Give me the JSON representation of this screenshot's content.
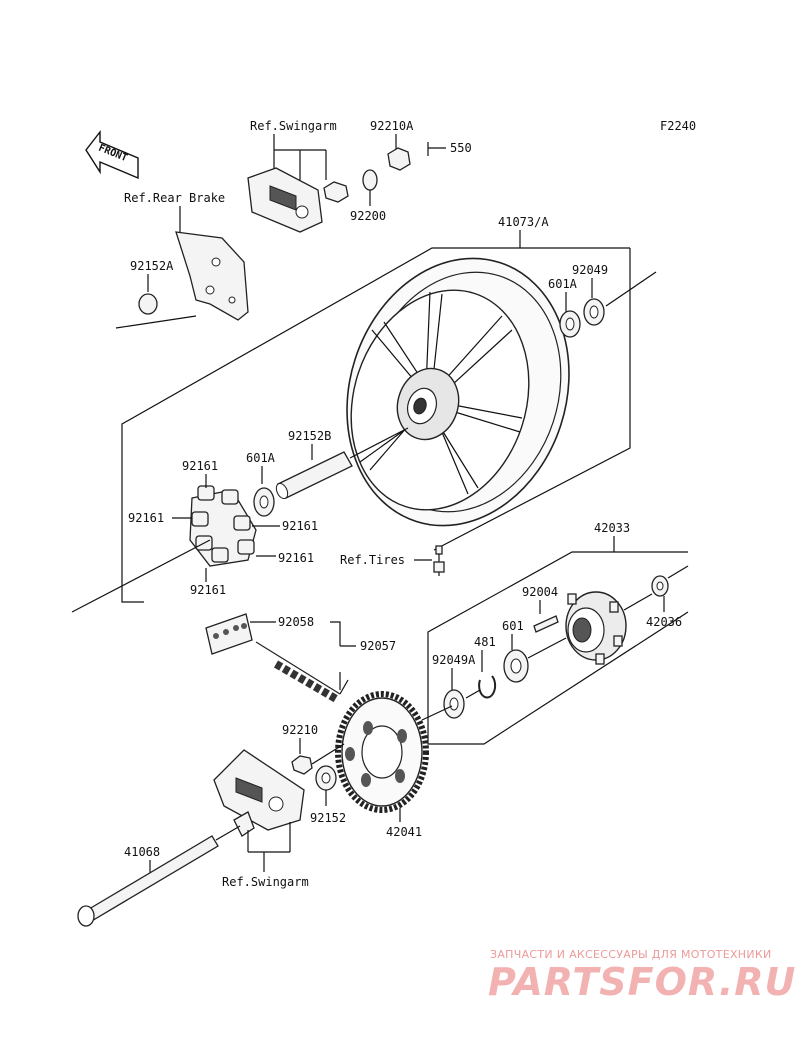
{
  "figure_id": "F2240",
  "front_marker": "FRONT",
  "references": {
    "swingarm_top": "Ref.Swingarm",
    "rear_brake": "Ref.Rear Brake",
    "tires": "Ref.Tires",
    "swingarm_bottom": "Ref.Swingarm"
  },
  "parts": {
    "p92210A": "92210A",
    "p550": "550",
    "p92200": "92200",
    "p41073A": "41073/A",
    "p92152A": "92152A",
    "p92049": "92049",
    "p601A_top": "601A",
    "p92152B": "92152B",
    "p601A_mid": "601A",
    "p92161_a": "92161",
    "p92161_b": "92161",
    "p92161_c": "92161",
    "p92161_d": "92161",
    "p92161_e": "92161",
    "p42033": "42033",
    "p92004": "92004",
    "p42036": "42036",
    "p92058": "92058",
    "p92057": "92057",
    "p481": "481",
    "p601": "601",
    "p92049A": "92049A",
    "p92210": "92210",
    "p92152": "92152",
    "p42041": "42041",
    "p41068": "41068"
  },
  "watermark": {
    "subtitle": "ЗАПЧАСТИ И АКСЕССУАРЫ ДЛЯ МОТОТЕХНИКИ",
    "logo": "PARTSFOR.RU"
  }
}
